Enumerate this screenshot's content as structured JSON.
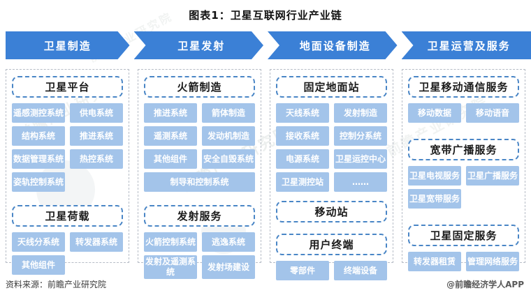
{
  "title": "图表1：卫星互联网行业产业链",
  "colors": {
    "arrow_blue": "#3B80D6",
    "item_blue": "#A3C4EA",
    "header_border": "#4A86C6",
    "container_border": "#B6BCC6"
  },
  "chain": [
    {
      "stage": "卫星制造",
      "sections": [
        {
          "header": "卫星平台",
          "rows": [
            [
              "遥感测控系统",
              "供电系统"
            ],
            [
              "结构系统",
              "推进系统"
            ],
            [
              "数据管理系统",
              "热控系统"
            ],
            [
              "姿轨控制系统",
              null
            ]
          ]
        },
        {
          "header": "卫星荷载",
          "rows": [
            [
              "天线分系统",
              "转发器系统"
            ],
            [
              "其他组件",
              null
            ]
          ]
        }
      ]
    },
    {
      "stage": "卫星发射",
      "sections": [
        {
          "header": "火箭制造",
          "rows": [
            [
              "推进系统",
              "箭体制造"
            ],
            [
              "遥测系统",
              "发动机制造"
            ],
            [
              "其他组件",
              "安全自毁系统"
            ],
            [
              "制导和控制系统"
            ]
          ]
        },
        {
          "header": "发射服务",
          "rows": [
            [
              "火箭控制系统",
              "逃逸系统"
            ],
            [
              "发射及遥测系统",
              "发射场建设"
            ]
          ]
        }
      ]
    },
    {
      "stage": "地面设备制造",
      "sections": [
        {
          "header": "固定地面站",
          "rows": [
            [
              "天线系统",
              "发射制造"
            ],
            [
              "接收系统",
              "控制分系统"
            ],
            [
              "电源系统",
              "卫星运控中心"
            ],
            [
              "卫星测控站",
              "……"
            ]
          ]
        },
        {
          "header": "移动站",
          "rows": []
        },
        {
          "header": "用户终端",
          "rows": [
            [
              "零部件",
              "终端设备"
            ]
          ]
        }
      ]
    },
    {
      "stage": "卫星运营及服务",
      "sections": [
        {
          "header": "卫星移动通信服务",
          "rows": [
            [
              "移动数据",
              "移动语音"
            ]
          ]
        },
        {
          "header": "宽带广播服务",
          "rows": [
            [
              "卫星电视服务",
              "卫星广播服务"
            ],
            [
              "卫星宽带服务",
              null
            ]
          ]
        },
        {
          "header": "卫星固定服务",
          "rows": [
            [
              "转发器租赁",
              "管理网络服务"
            ]
          ]
        }
      ]
    }
  ],
  "footer": {
    "source": "资料来源：前瞻产业研究院",
    "credit": "@前瞻经济学人APP"
  },
  "watermark_text": "前瞻产业研究院"
}
